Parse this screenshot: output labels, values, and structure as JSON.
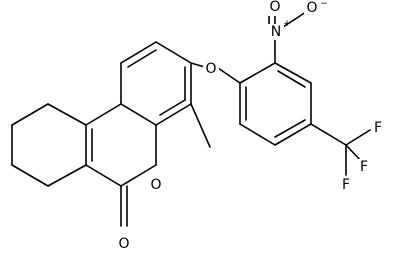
{
  "structure": {
    "atom_labels": {
      "ring_o": "O",
      "carbonyl_o": "O",
      "ether_o": "O",
      "nitro_n": "N",
      "nitro_o1": "O",
      "nitro_o2": "O",
      "f1": "F",
      "f2": "F",
      "f3": "F"
    },
    "charges": {
      "nitro_n": "+",
      "nitro_o2": "−"
    }
  }
}
